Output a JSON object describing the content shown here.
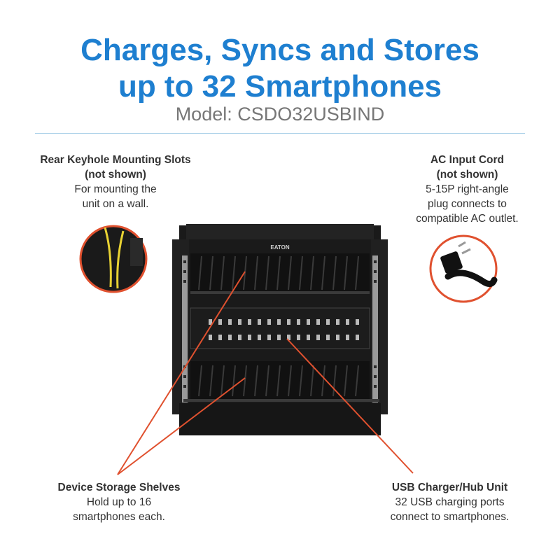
{
  "title": {
    "line1": "Charges, Syncs and Stores",
    "line2": "up to 32 Smartphones"
  },
  "model": "Model: CSDO32USBIND",
  "callouts": {
    "rear_mount": {
      "heading1": "Rear Keyhole Mounting Slots",
      "heading2": "(not shown)",
      "text1": "For mounting the",
      "text2": "unit on a wall."
    },
    "ac_cord": {
      "heading1": "AC Input Cord",
      "heading2": "(not shown)",
      "text1": "5-15P right-angle",
      "text2": "plug connects to",
      "text3": "compatible AC outlet."
    },
    "shelves": {
      "heading": "Device Storage Shelves",
      "text1": "Hold up to 16",
      "text2": "smartphones each."
    },
    "usb_hub": {
      "heading": "USB Charger/Hub Unit",
      "text1": "32 USB charging ports",
      "text2": "connect to smartphones."
    }
  },
  "device": {
    "brand": "EATON"
  },
  "colors": {
    "title": "#1e7fd0",
    "accent_line": "#e0512f",
    "divider": "#a8cfe8",
    "body_text": "#333333"
  }
}
